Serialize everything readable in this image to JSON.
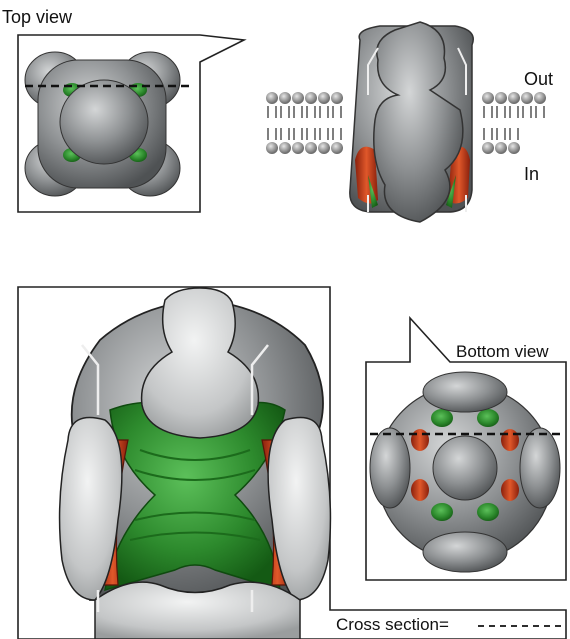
{
  "labels": {
    "top_view": "Top view",
    "out": "Out",
    "in": "In",
    "bottom_view": "Bottom view",
    "cross_section": "Cross section="
  },
  "colors": {
    "protein_gray": "#8c8f91",
    "protein_light": "#c9cbcc",
    "channel_green": "#2f8a2f",
    "helix_red": "#c8401c",
    "membrane_gray": "#9a9a9a"
  }
}
